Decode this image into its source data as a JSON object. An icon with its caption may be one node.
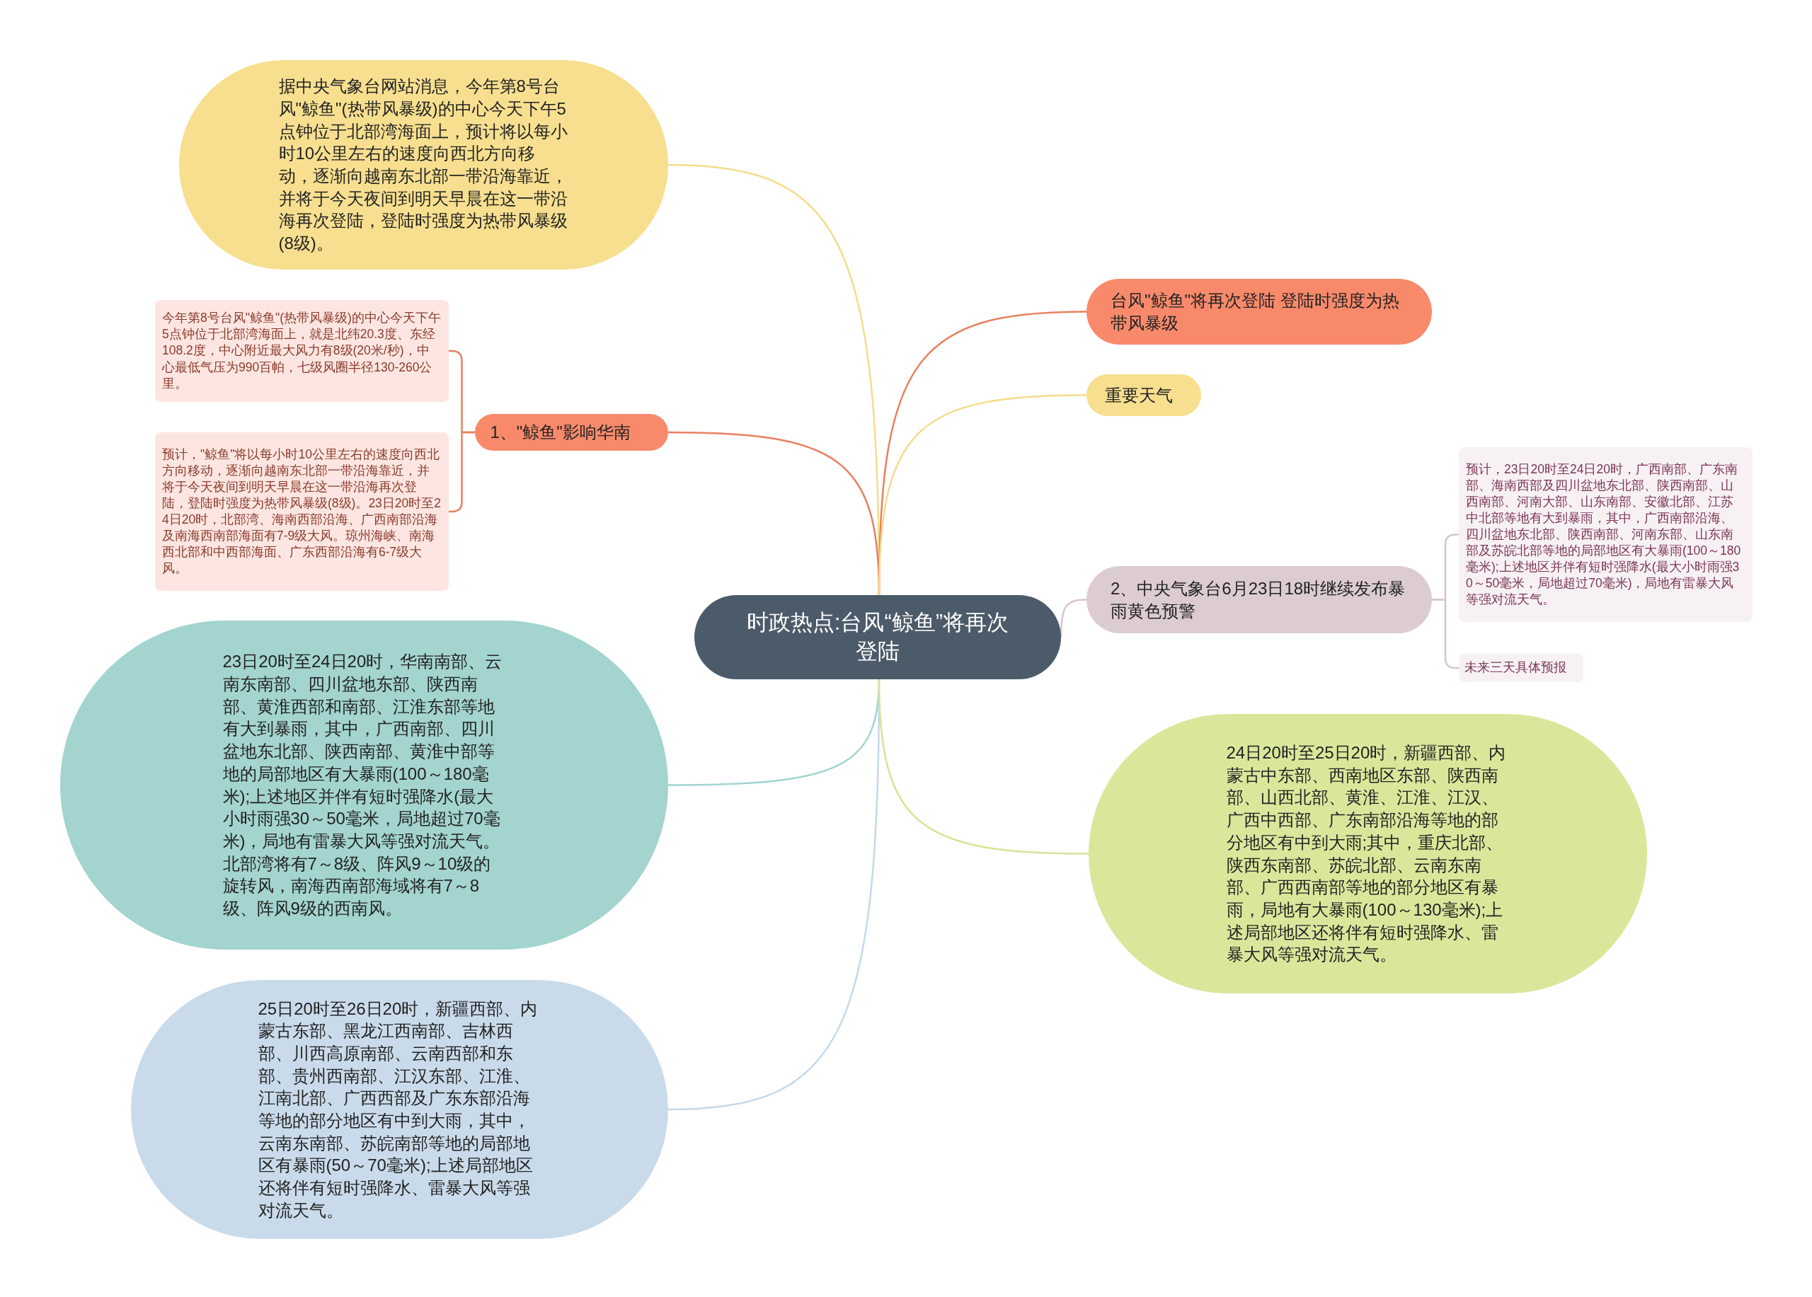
{
  "diagram": {
    "nodes": [
      {
        "text": [
          "时政热点:台风“鲸鱼”将再次登陆"
        ]
      },
      {
        "text": [
          "据中央气象台网站消息，今年第8号台风\"鲸鱼\"(热带风暴级)的中心今天下午5点钟位于北部湾海面上，预计将以每小时10公里左右的速度向西北方向移动，逐渐向越南东北部一带沿海靠近，并将于今天夜间到明天早晨在这一带沿海再次登陆，登陆时强度为热带风暴级(8级)。"
        ]
      },
      {
        "text": [
          "1、\"鲸鱼\"影响华南"
        ]
      },
      {
        "text": [
          "今年第8号台风\"鲸鱼\"(热带风暴级)的中心今天下午5点钟位于北部湾海面上，就是北纬20.3度、东经108.2度，中心附近最大风力有8级(20米/秒)，中心最低气压为990百帕，七级风圈半径130-260公里。"
        ]
      },
      {
        "text": [
          "预计，\"鲸鱼\"将以每小时10公里左右的速度向西北方向移动，逐渐向越南东北部一带沿海靠近，并将于今天夜间到明天早晨在这一带沿海再次登陆，登陆时强度为热带风暴级(8级)。23日20时至24日20时，北部湾、海南西部沿海、广西南部沿海及南海西南部海面有7-9级大风。琼州海峡、南海西北部和中西部海面、广东西部沿海有6-7级大风。"
        ]
      },
      {
        "text": [
          "23日20时至24日20时，华南南部、云南东南部、四川盆地东部、陕西南部、黄淮西部和南部、江淮东部等地有大到暴雨，其中，广西南部、四川盆地东北部、陕西南部、黄淮中部等地的局部地区有大暴雨(100～180毫米);上述地区并伴有短时强降水(最大小时雨强30～50毫米，局地超过70毫米)，局地有雷暴大风等强对流天气。北部湾将有7～8级、阵风9～10级的旋转风，南海西南部海域将有7～8级、阵风9级的西南风。"
        ]
      },
      {
        "text": [
          "25日20时至26日20时，新疆西部、内蒙古东部、黑龙江西南部、吉林西部、川西高原南部、云南西部和东部、贵州西南部、江汉东部、江淮、江南北部、广西西部及广东东部沿海等地的部分地区有中到大雨，其中，云南东南部、苏皖南部等地的局部地区有暴雨(50～70毫米);上述局部地区还将伴有短时强降水、雷暴大风等强对流天气。"
        ]
      },
      {
        "text": [
          "台风\"鲸鱼\"将再次登陆 登陆时强度为热带风暴级"
        ]
      },
      {
        "text": [
          "重要天气"
        ]
      },
      {
        "text": [
          "2、中央气象台6月23日18时继续发布暴雨黄色预警"
        ]
      },
      {
        "text": [
          "预计，23日20时至24日20时，广西南部、广东南部、海南西部及四川盆地东北部、陕西南部、山西南部、河南大部、山东南部、安徽北部、江苏中北部等地有大到暴雨，其中，广西南部沿海、四川盆地东北部、陕西南部、河南东部、山东南部及苏皖北部等地的局部地区有大暴雨(100～180毫米);上述地区并伴有短时强降水(最大小时雨强30～50毫米，局地超过70毫米)，局地有雷暴大风等强对流天气。"
        ]
      },
      {
        "text": [
          "未来三天具体预报"
        ]
      },
      {
        "text": [
          "24日20时至25日20时，新疆西部、内蒙古中东部、西南地区东部、陕西南部、山西北部、黄淮、江淮、江汉、广西中西部、广东南部沿海等地的部分地区有中到大雨;其中，重庆北部、陕西东南部、苏皖北部、云南东南部、广西西南部等地的部分地区有暴雨，局地有大暴雨(100～130毫米);上述局部地区还将伴有短时强降水、雷暴大风等强对流天气。"
        ]
      }
    ],
    "edges": [
      {
        "from": 0,
        "to": 1,
        "arrow": "none",
        "color": "#f3dc8c"
      },
      {
        "from": 0,
        "to": 2,
        "arrow": "none",
        "color": "#e8805f"
      },
      {
        "from": 2,
        "to": 3,
        "arrow": "none",
        "color": "#e8805f"
      },
      {
        "from": 2,
        "to": 4,
        "arrow": "none",
        "color": "#e8805f"
      },
      {
        "from": 0,
        "to": 5,
        "arrow": "none",
        "color": "#a3d4cf"
      },
      {
        "from": 0,
        "to": 6,
        "arrow": "none",
        "color": "#c5d8ea"
      },
      {
        "from": 0,
        "to": 7,
        "arrow": "none",
        "color": "#e8805f"
      },
      {
        "from": 0,
        "to": 8,
        "arrow": "none",
        "color": "#f3dc8c"
      },
      {
        "from": 0,
        "to": 9,
        "arrow": "none",
        "color": "#d8c3cc"
      },
      {
        "from": 9,
        "to": 10,
        "arrow": "none",
        "color": "#d8c3cc"
      },
      {
        "from": 9,
        "to": 11,
        "arrow": "none",
        "color": "#d8c3cc"
      },
      {
        "from": 0,
        "to": 12,
        "arrow": "none",
        "color": "#d4e595"
      }
    ]
  }
}
